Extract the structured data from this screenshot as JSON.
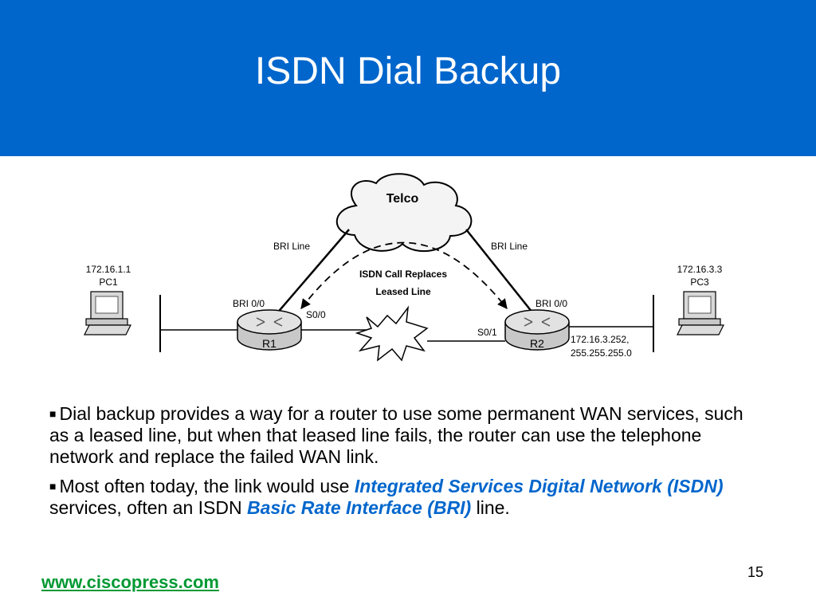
{
  "slide": {
    "title": "ISDN Dial Backup",
    "page_number": "15",
    "footer_link": "www.ciscopress.com"
  },
  "colors": {
    "header_bg": "#0066cc",
    "highlight": "#0066cc",
    "footer_link": "#009933"
  },
  "diagram": {
    "telco": "Telco",
    "bri_line_left": "BRI Line",
    "bri_line_right": "BRI Line",
    "call_label_1": "ISDN Call Replaces",
    "call_label_2": "Leased Line",
    "pc1_ip": "172.16.1.1",
    "pc1_name": "PC1",
    "pc3_ip": "172.16.3.3",
    "pc3_name": "PC3",
    "r1_bri": "BRI 0/0",
    "r1_serial": "S0/0",
    "r1_name": "R1",
    "r2_bri": "BRI 0/0",
    "r2_serial": "S0/1",
    "r2_name": "R2",
    "r2_ip": "172.16.3.252,",
    "r2_mask": "255.255.255.0",
    "icons": [
      "cloud-icon",
      "router-icon",
      "pc-icon",
      "link-failure-icon"
    ]
  },
  "bullets": {
    "b1": "Dial backup provides a way for a router to use some permanent WAN services, such as a leased line, but when that leased line fails, the router can use the telephone network and replace the failed WAN link.",
    "b2_pre": "Most often today, the link would use ",
    "b2_hl1": "Integrated Services Digital Network (ISDN)",
    "b2_mid": " services, often an ISDN ",
    "b2_hl2": "Basic Rate Interface (BRI)",
    "b2_post": " line."
  }
}
